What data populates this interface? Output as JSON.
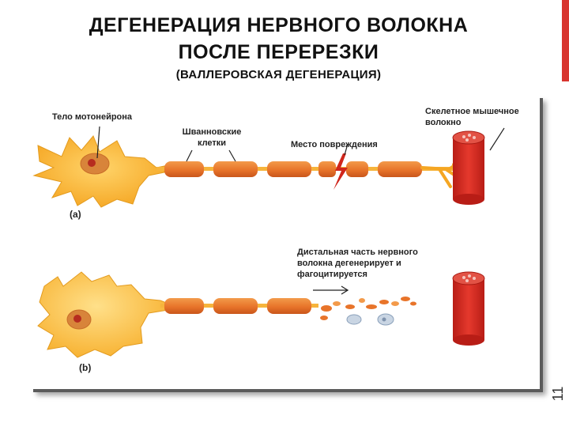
{
  "header": {
    "title_line1": "ДЕГЕНЕРАЦИЯ НЕРВНОГО ВОЛОКНА",
    "title_line2": "ПОСЛЕ ПЕРЕРЕЗКИ",
    "subtitle": "(ВАЛЛЕРОВСКАЯ ДЕГЕНЕРАЦИЯ)"
  },
  "slide_number": "11",
  "figure": {
    "panel_a": {
      "letter": "(a)",
      "labels": {
        "motoneuron_body": "Тело мотонейрона",
        "schwann_cells": "Шванновские клетки",
        "injury_site": "Место повреждения",
        "muscle_fiber": "Скелетное мышечное волокно"
      }
    },
    "panel_b": {
      "letter": "(b)",
      "labels": {
        "distal_degenerates": "Дистальная часть нервного волокна дегенерирует и фагоцитируется"
      }
    }
  },
  "colors": {
    "accent_bar": "#d8352f",
    "neuron_fill": "#f5a623",
    "neuron_light": "#ffd46a",
    "schwann_fill": "#e8742a",
    "muscle_fill": "#d42a20",
    "nucleus": "#c23a2a"
  }
}
